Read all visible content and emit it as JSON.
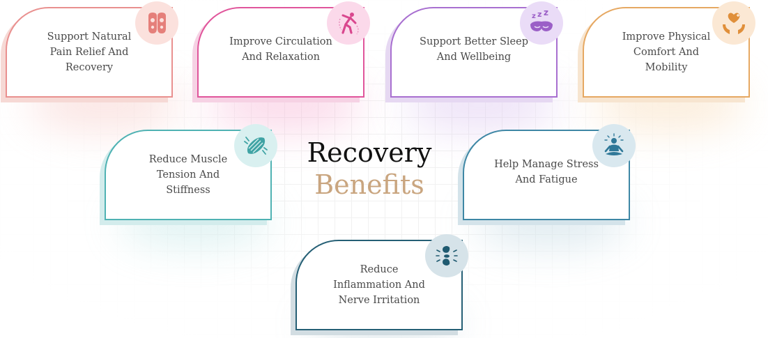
{
  "title": {
    "line1": "Recovery",
    "line2": "Benefits"
  },
  "cards": [
    {
      "label": "Support Natural\nPain Relief And\nRecovery",
      "icon": "footprints-icon",
      "color": "#e9908f"
    },
    {
      "label": "Improve Circulation\nAnd Relaxation",
      "icon": "stretching-person-icon",
      "color": "#e0559b"
    },
    {
      "label": "Support Better Sleep\nAnd Wellbeing",
      "icon": "sleep-mask-icon",
      "color": "#a86fd0"
    },
    {
      "label": "Improve Physical\nComfort And\nMobility",
      "icon": "hands-heart-icon",
      "color": "#e6a862"
    },
    {
      "label": "Reduce Muscle\nTension And\nStiffness",
      "icon": "muscle-fiber-icon",
      "color": "#4fb2b3"
    },
    {
      "label": "Help Manage Stress\nAnd Fatigue",
      "icon": "meditation-icon",
      "color": "#3e87a5"
    },
    {
      "label": "Reduce\nInflammation And\nNerve Irritation",
      "icon": "inflamed-joint-icon",
      "color": "#255f75"
    }
  ]
}
